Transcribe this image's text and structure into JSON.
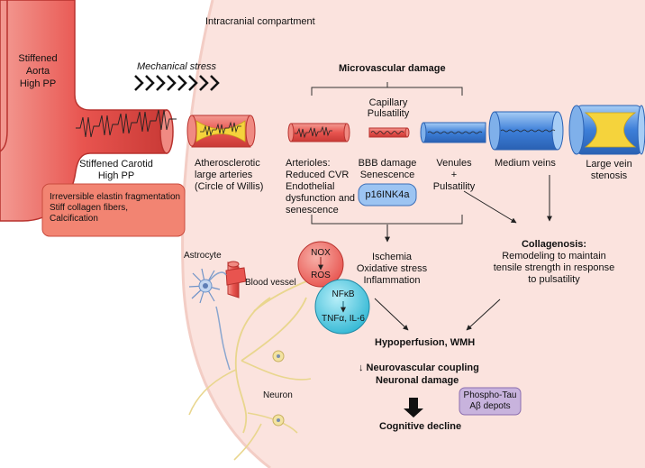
{
  "labels": {
    "intracranial": "Intracranial compartment",
    "aorta": [
      "Stiffened",
      "Aorta",
      "High PP"
    ],
    "carotid": [
      "Stiffened Carotid",
      "High PP"
    ],
    "mechanical_stress": "Mechanical stress",
    "microvascular_damage": "Microvascular damage",
    "capillary": [
      "Capillary",
      "Pulsatility"
    ],
    "athero": [
      "Atherosclerotic",
      "large arteries",
      "(Circle of Willis)"
    ],
    "arterioles": [
      "Arterioles:",
      "Reduced CVR",
      "Endothelial",
      "dysfunction and",
      "senescence"
    ],
    "bbb": [
      "BBB damage",
      "Senescence"
    ],
    "p16": "p16INK4a",
    "venules": [
      "Venules",
      "+",
      "Pulsatility"
    ],
    "medium_veins": "Medium veins",
    "large_vein": [
      "Large vein",
      "stenosis"
    ],
    "elastin_box": [
      "Irreversible elastin fragmentation",
      "Stiff collagen fibers,",
      "Calcification"
    ],
    "collagenosis": [
      "Collagenosis:",
      "Remodeling to maintain",
      "tensile strength in response",
      "to pulsatility"
    ],
    "astrocyte": "Astrocyte",
    "blood_vessel": "Blood vessel",
    "neuron": "Neuron",
    "nox": "NOX",
    "ros": "ROS",
    "nfkb": "NFκB",
    "tnf": "TNFα, IL-6",
    "ischemia": [
      "Ischemia",
      "Oxidative stress",
      "Inflammation"
    ],
    "hypoperfusion": "Hypoperfusion, WMH",
    "neurovascular": "↓ Neurovascular coupling",
    "neuronal_damage": "Neuronal damage",
    "phospho_tau": [
      "Phospho-Tau",
      "Aβ depots"
    ],
    "cognitive": "Cognitive decline"
  },
  "colors": {
    "background_region": "#fbe3de",
    "artery_red": "#e8544f",
    "artery_light": "#f4a39b",
    "vein_blue": "#3d7fd9",
    "vein_light": "#9cc4f2",
    "plaque_yellow": "#f5d33c",
    "box_red": "#f28472",
    "p16_blue": "#9cc4f2",
    "nox_red": "#e8544f",
    "nfkb_cyan": "#3cc6e0",
    "tau_purple": "#c8b3dd",
    "neuron_yellow": "#f3e3a1"
  }
}
